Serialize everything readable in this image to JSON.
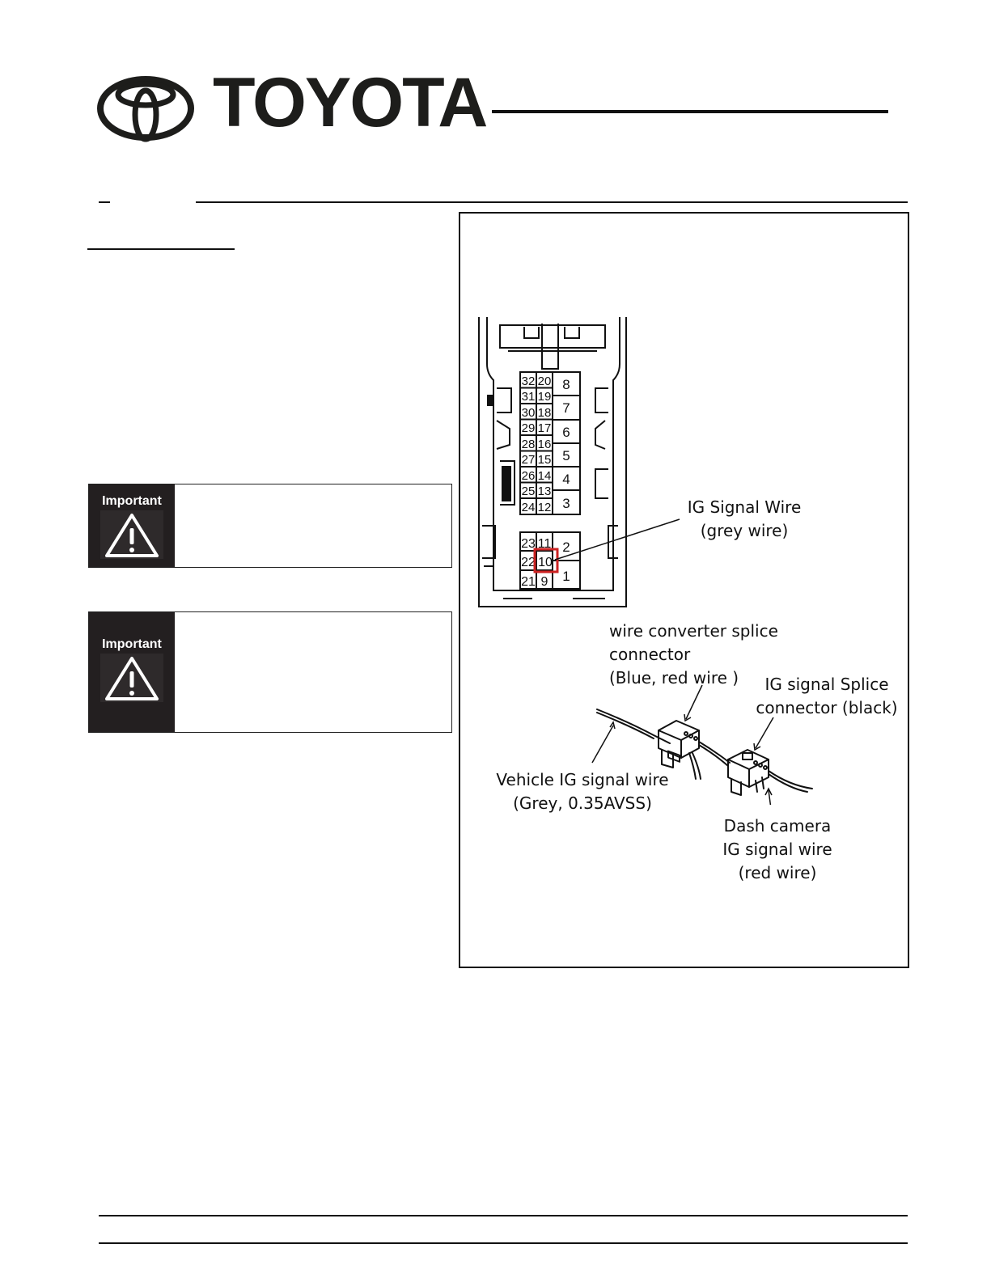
{
  "header": {
    "brand": "TOYOTA",
    "logo_icon": "toyota-emblem-icon"
  },
  "notices": [
    {
      "badge": "Important",
      "icon": "warning-triangle-icon"
    },
    {
      "badge": "Important",
      "icon": "warning-triangle-icon"
    }
  ],
  "figure": {
    "pin_numbers": {
      "upper_left_col": [
        "32",
        "31",
        "30",
        "29",
        "28",
        "27",
        "26",
        "25",
        "24"
      ],
      "upper_mid_col": [
        "20",
        "19",
        "18",
        "17",
        "16",
        "15",
        "14",
        "13",
        "12"
      ],
      "upper_right_col": [
        "8",
        "7",
        "6",
        "5",
        "4",
        "3"
      ],
      "lower_left_col": [
        "23",
        "22",
        "21"
      ],
      "lower_mid_col": [
        "11",
        "10",
        "9"
      ],
      "lower_right_col": [
        "2",
        "1"
      ]
    },
    "highlighted_pin": "10",
    "labels": {
      "ig_signal_wire": [
        "IG Signal Wire",
        "(grey wire)"
      ],
      "wire_converter": [
        "wire converter splice",
        "connector",
        "(Blue, red wire )"
      ],
      "ig_splice": [
        "IG signal Splice",
        "connector (black)"
      ],
      "vehicle_ig": [
        "Vehicle IG signal wire",
        "(Grey, 0.35AVSS)"
      ],
      "dash_camera": [
        "Dash camera",
        "IG signal wire",
        "(red wire)"
      ]
    },
    "colors": {
      "highlight": "#cc2222"
    }
  }
}
